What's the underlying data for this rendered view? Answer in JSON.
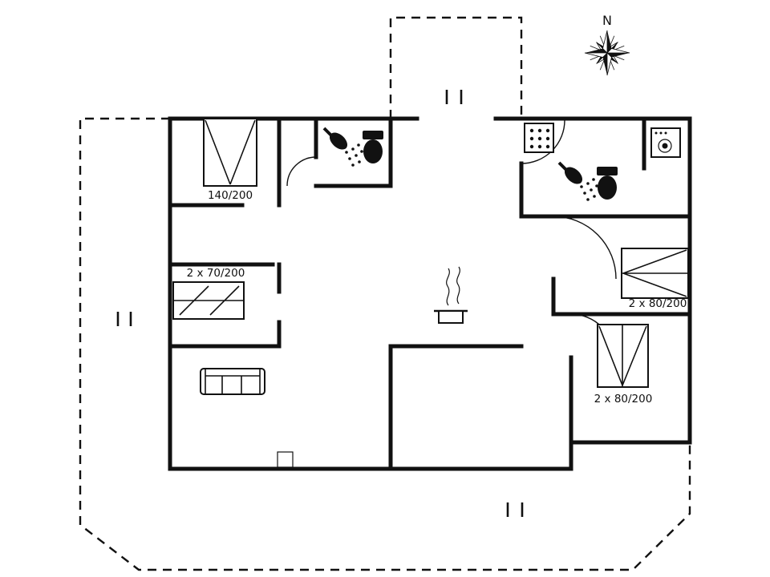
{
  "compass": {
    "label": "N"
  },
  "beds": {
    "top_left": {
      "label": "140/200"
    },
    "mid_left": {
      "label": "2 x 70/200"
    },
    "right_upper": {
      "label": "2 x 80/200"
    },
    "right_lower": {
      "label": "2 x 80/200"
    }
  },
  "icons": {
    "compass": "compass-rose-icon",
    "shower_bathroom_1": "shower-icon",
    "toilet_bathroom_1": "toilet-icon",
    "shower_bathroom_2": "shower-icon",
    "toilet_bathroom_2": "toilet-icon",
    "shower_drain": "shower-drain-icon",
    "washing_machine": "washing-machine-icon",
    "kitchen_pot": "pot-with-steam-icon",
    "sofa": "sofa-icon",
    "wood_stove": "wood-stove-icon",
    "window_marks": "window-mark-icon"
  },
  "colors": {
    "wall": "#111111",
    "background": "#ffffff"
  }
}
